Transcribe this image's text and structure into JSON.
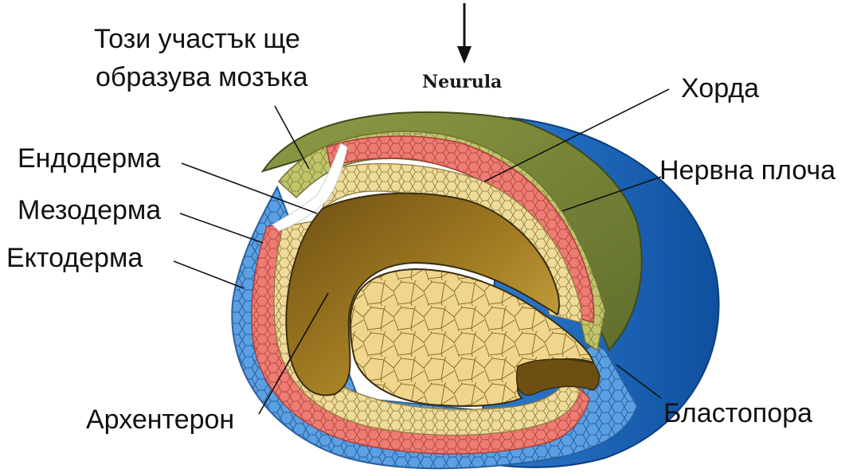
{
  "title": "Neurula",
  "labels": {
    "brain_region_line1": "Този участък ще",
    "brain_region_line2": "образува мозъка",
    "endoderm": "Ендодерма",
    "mesoderm": "Мезодерма",
    "ectoderm": "Ектодерма",
    "archenteron": "Архентерон",
    "notochord": "Хорда",
    "neural_plate": "Нервна плоча",
    "blastopore": "Бластопора"
  },
  "colors": {
    "ectoderm": "#4a90d9",
    "ectoderm_dark": "#1f63b5",
    "mesoderm": "#e8706a",
    "endoderm": "#e8d48a",
    "neural_plate": "#b5b85a",
    "neural_plate_dark": "#6b7a32",
    "archenteron": "#9a7420",
    "yolk": "#f0d68c",
    "outline": "#3a2e10"
  }
}
